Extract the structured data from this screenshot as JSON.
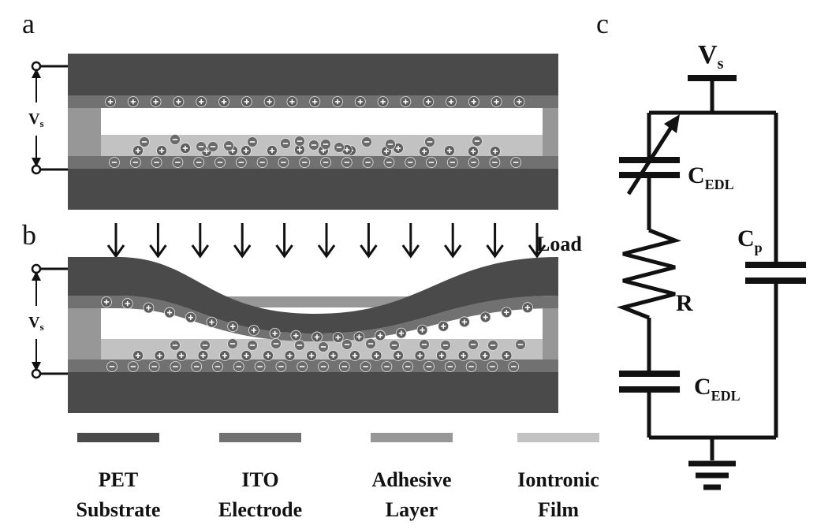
{
  "panels": {
    "a": "a",
    "b": "b",
    "c": "c"
  },
  "voltage": {
    "main": "V",
    "sub": "s"
  },
  "load_label": "Load",
  "circuit": {
    "source": {
      "main": "V",
      "sub": "s"
    },
    "cedl_top": {
      "main": "C",
      "sub": "EDL"
    },
    "resistor": "R",
    "cedl_bottom": {
      "main": "C",
      "sub": "EDL"
    },
    "parasitic": {
      "main": "C",
      "sub": "p"
    }
  },
  "legend": [
    {
      "line1": "PET",
      "line2": "Substrate",
      "color": "#4a4a4a"
    },
    {
      "line1": "ITO",
      "line2": "Electrode",
      "color": "#717171"
    },
    {
      "line1": "Adhesive",
      "line2": "Layer",
      "color": "#979797"
    },
    {
      "line1": "Iontronic",
      "line2": "Film",
      "color": "#c2c2c2"
    }
  ],
  "colors": {
    "pet": "#4a4a4a",
    "ito": "#717171",
    "adhesive": "#979797",
    "film": "#c2c2c2",
    "ion_pos": "#5c5c5c",
    "ion_neg": "#6a6a6a"
  }
}
